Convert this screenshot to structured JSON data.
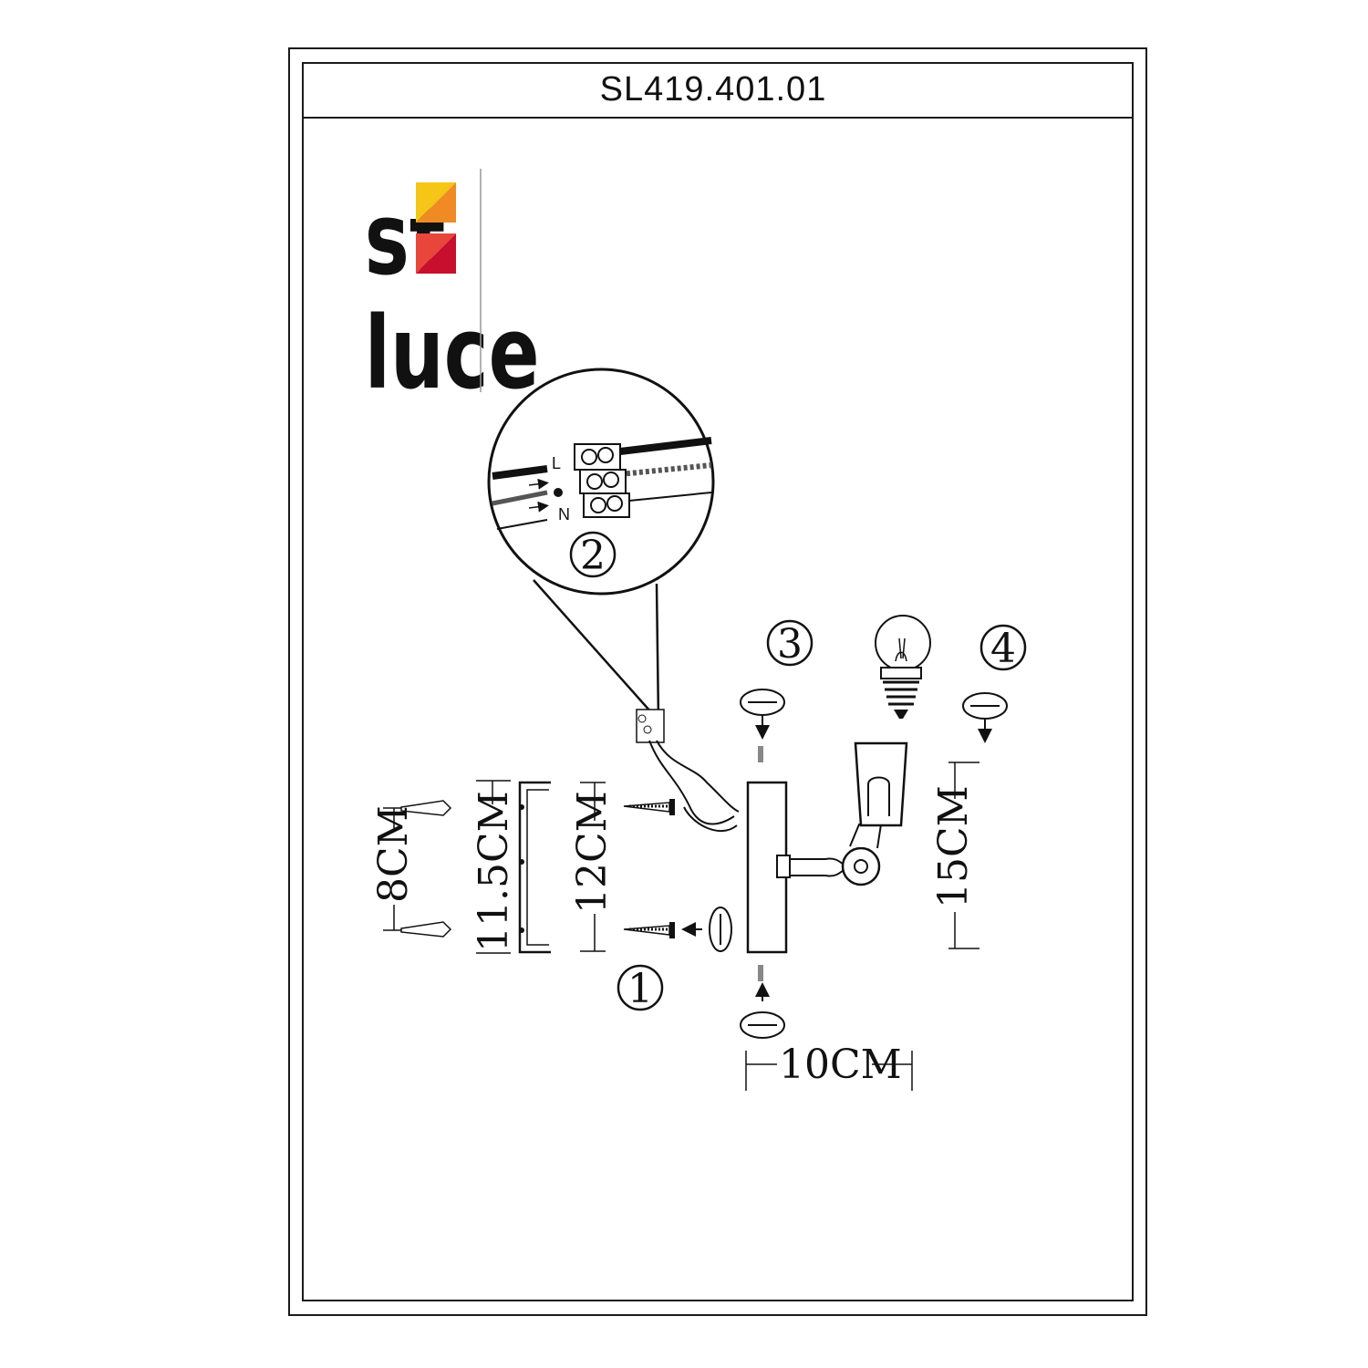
{
  "title": "SL419.401.01",
  "logo": {
    "text_top": "st",
    "text_bottom": "luce",
    "colors": [
      "#f5c518",
      "#f08a24",
      "#e8463a",
      "#c8102e"
    ]
  },
  "steps": [
    "1",
    "2",
    "3",
    "4"
  ],
  "dimensions": {
    "dowel_spacing": "8CM",
    "bracket_height": "11.5CM",
    "screw_spacing": "12CM",
    "arm_height": "15CM",
    "depth": "10CM"
  },
  "terminal_labels": [
    "L",
    "N"
  ],
  "icons": [
    "screw-icon",
    "dowel-icon",
    "rotate-arrow-icon",
    "bulb-icon",
    "socket-icon",
    "terminal-block-icon"
  ]
}
